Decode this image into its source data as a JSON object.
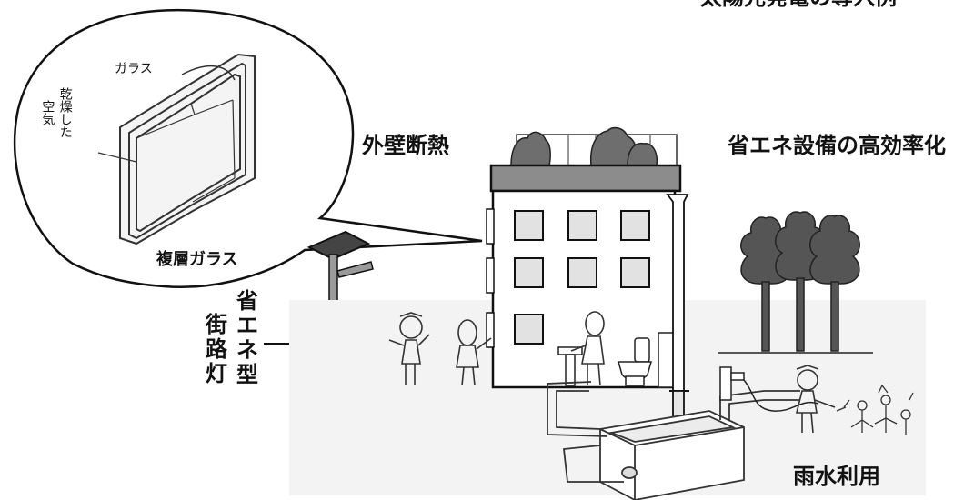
{
  "title_partial": "太陽光発電の導入例",
  "labels": {
    "exterior_insulation": "外壁断熱",
    "efficient_equipment": "省エネ設備の高効率化",
    "double_glazing": "複層ガラス",
    "glass": "ガラス",
    "dry_air": [
      "乾燥した",
      "空気"
    ],
    "rainwater": "雨水利用",
    "streetlight_left": [
      "街",
      "路",
      "灯"
    ],
    "streetlight_right": [
      "省",
      "エ",
      "ネ",
      "型"
    ]
  },
  "colors": {
    "window_fill": "#e2e2e2",
    "roof_fill": "#8c8c8c",
    "tree_fill": "#555555",
    "pole_fill": "#9a9a9a",
    "panel_fill": "#444444"
  },
  "icons": [
    "double-glazing-icon",
    "solar-panel-icon",
    "street-lamp-icon",
    "building-icon",
    "rooftop-greenery-icon",
    "downpipe-icon",
    "tree-icon",
    "water-tank-icon",
    "person-icon",
    "toilet-icon",
    "flower-icon"
  ]
}
